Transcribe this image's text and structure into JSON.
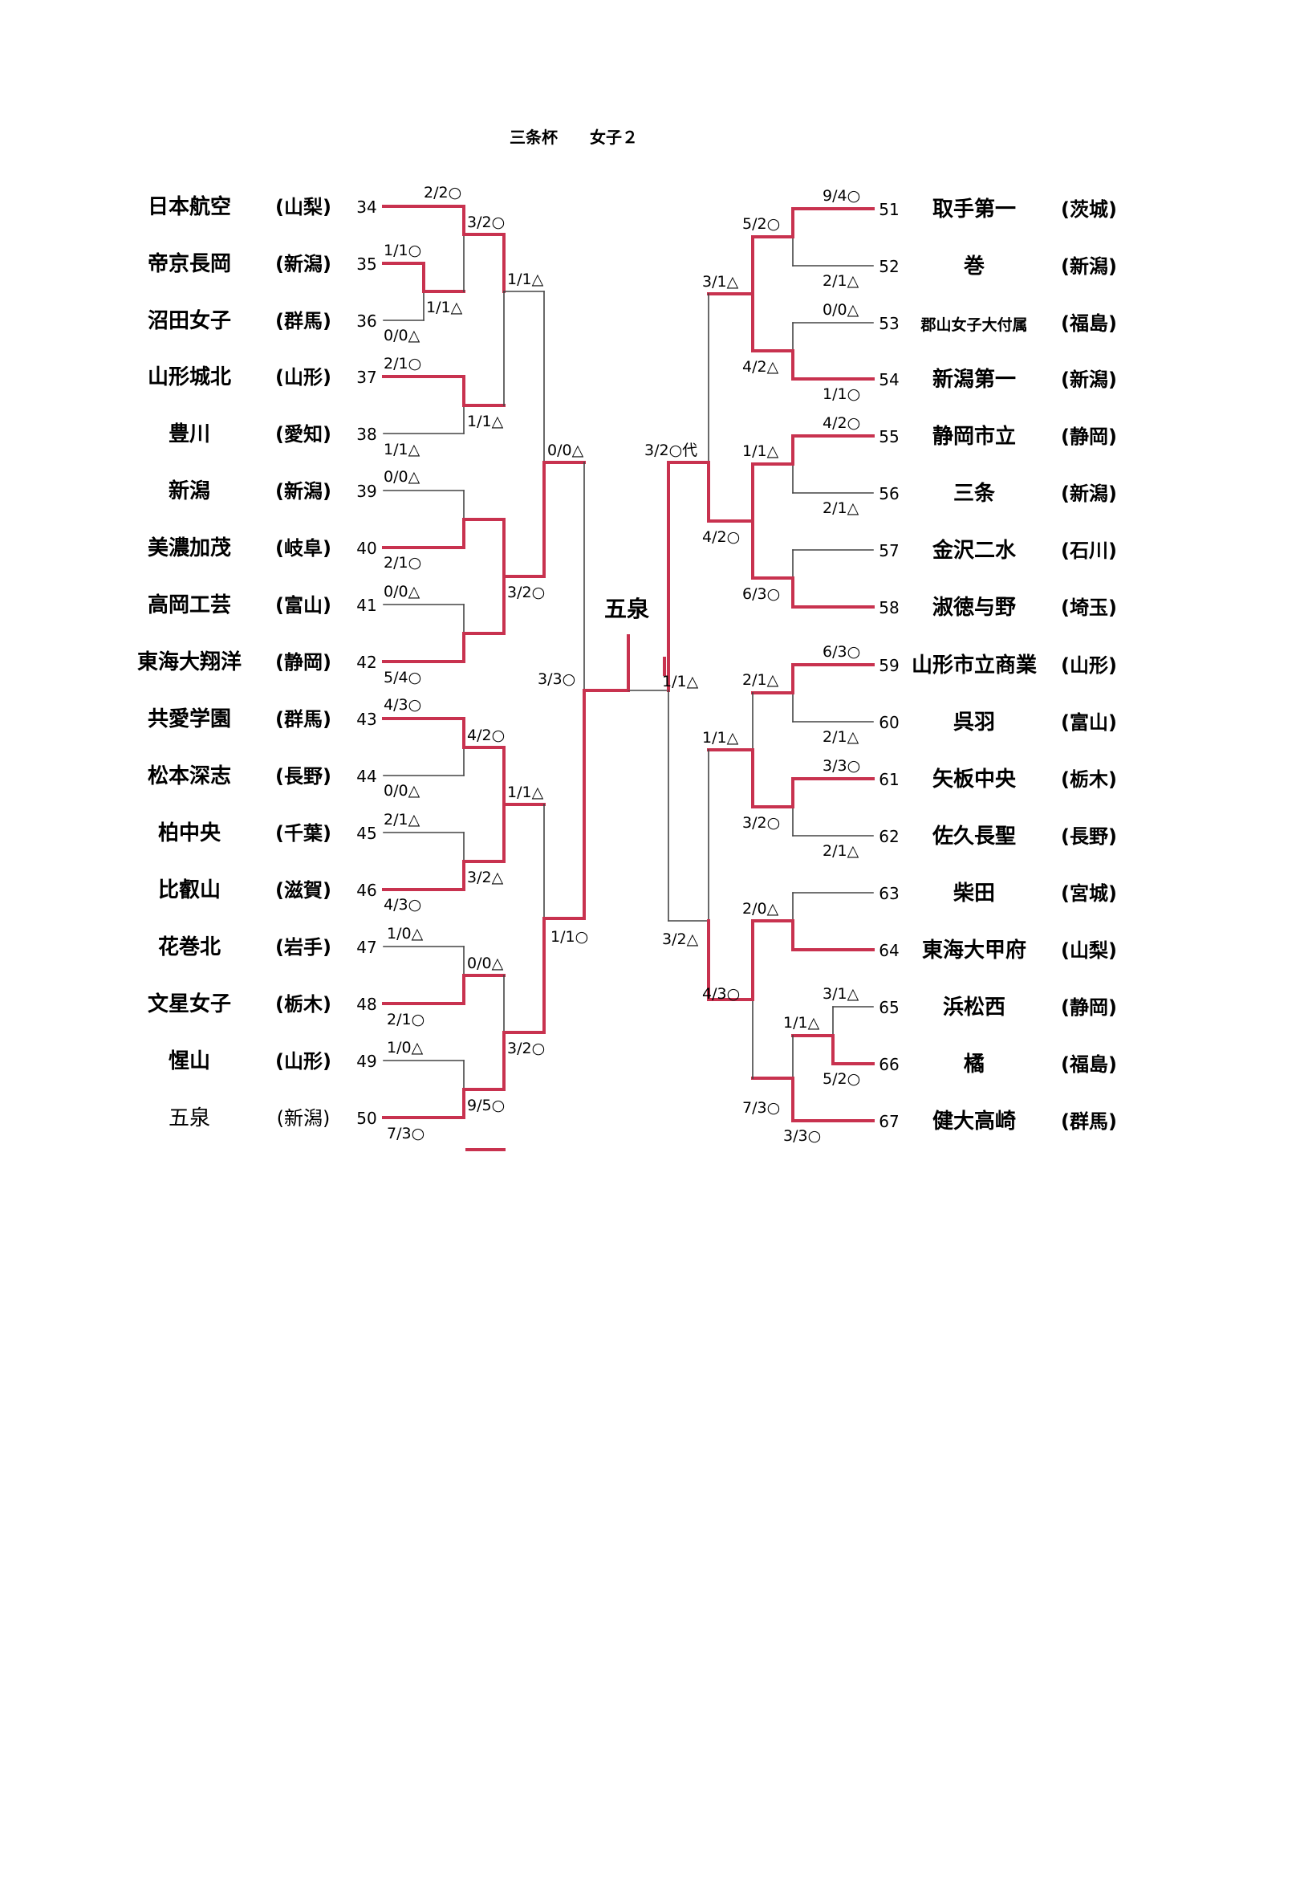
{
  "header": {
    "title": "三条杯",
    "category": "女子２"
  },
  "champion": "五泉",
  "colors": {
    "win_line": "#c8324f",
    "lose_line": "#444444"
  },
  "left_teams": [
    {
      "num": "34",
      "name": "日本航空",
      "pref": "(山梨)"
    },
    {
      "num": "35",
      "name": "帝京長岡",
      "pref": "(新潟)"
    },
    {
      "num": "36",
      "name": "沼田女子",
      "pref": "(群馬)"
    },
    {
      "num": "37",
      "name": "山形城北",
      "pref": "(山形)"
    },
    {
      "num": "38",
      "name": "豊川",
      "pref": "(愛知)"
    },
    {
      "num": "39",
      "name": "新潟",
      "pref": "(新潟)"
    },
    {
      "num": "40",
      "name": "美濃加茂",
      "pref": "(岐阜)"
    },
    {
      "num": "41",
      "name": "高岡工芸",
      "pref": "(富山)"
    },
    {
      "num": "42",
      "name": "東海大翔洋",
      "pref": "(静岡)"
    },
    {
      "num": "43",
      "name": "共愛学園",
      "pref": "(群馬)"
    },
    {
      "num": "44",
      "name": "松本深志",
      "pref": "(長野)"
    },
    {
      "num": "45",
      "name": "柏中央",
      "pref": "(千葉)"
    },
    {
      "num": "46",
      "name": "比叡山",
      "pref": "(滋賀)"
    },
    {
      "num": "47",
      "name": "花巻北",
      "pref": "(岩手)"
    },
    {
      "num": "48",
      "name": "文星女子",
      "pref": "(栃木)"
    },
    {
      "num": "49",
      "name": "惺山",
      "pref": "(山形)"
    },
    {
      "num": "50",
      "name": "五泉",
      "pref": "(新潟)"
    }
  ],
  "right_teams": [
    {
      "num": "51",
      "name": "取手第一",
      "pref": "(茨城)"
    },
    {
      "num": "52",
      "name": "巻",
      "pref": "(新潟)"
    },
    {
      "num": "53",
      "name": "郡山女子大付属",
      "pref": "(福島)"
    },
    {
      "num": "54",
      "name": "新潟第一",
      "pref": "(新潟)"
    },
    {
      "num": "55",
      "name": "静岡市立",
      "pref": "(静岡)"
    },
    {
      "num": "56",
      "name": "三条",
      "pref": "(新潟)"
    },
    {
      "num": "57",
      "name": "金沢二水",
      "pref": "(石川)"
    },
    {
      "num": "58",
      "name": "淑徳与野",
      "pref": "(埼玉)"
    },
    {
      "num": "59",
      "name": "山形市立商業",
      "pref": "(山形)"
    },
    {
      "num": "60",
      "name": "呉羽",
      "pref": "(富山)"
    },
    {
      "num": "61",
      "name": "矢板中央",
      "pref": "(栃木)"
    },
    {
      "num": "62",
      "name": "佐久長聖",
      "pref": "(長野)"
    },
    {
      "num": "63",
      "name": "柴田",
      "pref": "(宮城)"
    },
    {
      "num": "64",
      "name": "東海大甲府",
      "pref": "(山梨)"
    },
    {
      "num": "65",
      "name": "浜松西",
      "pref": "(静岡)"
    },
    {
      "num": "66",
      "name": "橘",
      "pref": "(福島)"
    },
    {
      "num": "67",
      "name": "健大高崎",
      "pref": "(群馬)"
    }
  ],
  "scores": {
    "l34": "2/2○",
    "l35": "1/1○",
    "l36": "0/0△",
    "l37": "2/1○",
    "l38": "1/1△",
    "l39": "0/0△",
    "l40": "2/1○",
    "l41": "0/0△",
    "l42": "5/4○",
    "l43": "4/3○",
    "l44": "0/0△",
    "l45": "2/1△",
    "l46": "4/3○",
    "l47": "1/0△",
    "l48": "2/1○",
    "l49": "1/0△",
    "l50": "7/3○",
    "l_r1_35_36": "1/1△",
    "l_r2_34_36": "3/2○",
    "l_r2_37_38": "1/1△",
    "l_r3_top": "1/1△",
    "l_r3_39_42": "3/2○",
    "l_qf_top": "0/0△",
    "l_r2_43_44": "4/2○",
    "l_r2_45_46": "3/2△",
    "l_r3_43_46": "1/1△",
    "l_r2_47_48": "0/0△",
    "l_r2_49_50": "9/5○",
    "l_r3_47_50": "3/2○",
    "l_qf_bottom": "1/1○",
    "l_sf": "3/3○",
    "r51": "9/4○",
    "r52": "2/1△",
    "r53": "0/0△",
    "r54": "1/1○",
    "r55": "4/2○",
    "r56": "2/1△",
    "r59": "6/3○",
    "r60": "2/1△",
    "r61": "3/3○",
    "r62": "2/1△",
    "r65": "3/1△",
    "r66": "5/2○",
    "r67": "3/3○",
    "r_r2_51_52": "5/2○",
    "r_r2_53_54": "4/2△",
    "r_r3_top": "3/1△",
    "r_r2_55_56": "1/1△",
    "r_r2_57_58": "6/3○",
    "r_r3_55_58": "4/2○",
    "r_qf_top": "3/2○代",
    "r_r2_59_60": "2/1△",
    "r_r2_61_62": "3/2○",
    "r_r3_59_62": "1/1△",
    "r_r2_63_64": "2/0△",
    "r_r1_65_66": "1/1△",
    "r_r2_65_67": "7/3○",
    "r_r3_63_67": "4/3○",
    "r_qf_bottom": "3/2△",
    "r_sf": "1/1△"
  }
}
